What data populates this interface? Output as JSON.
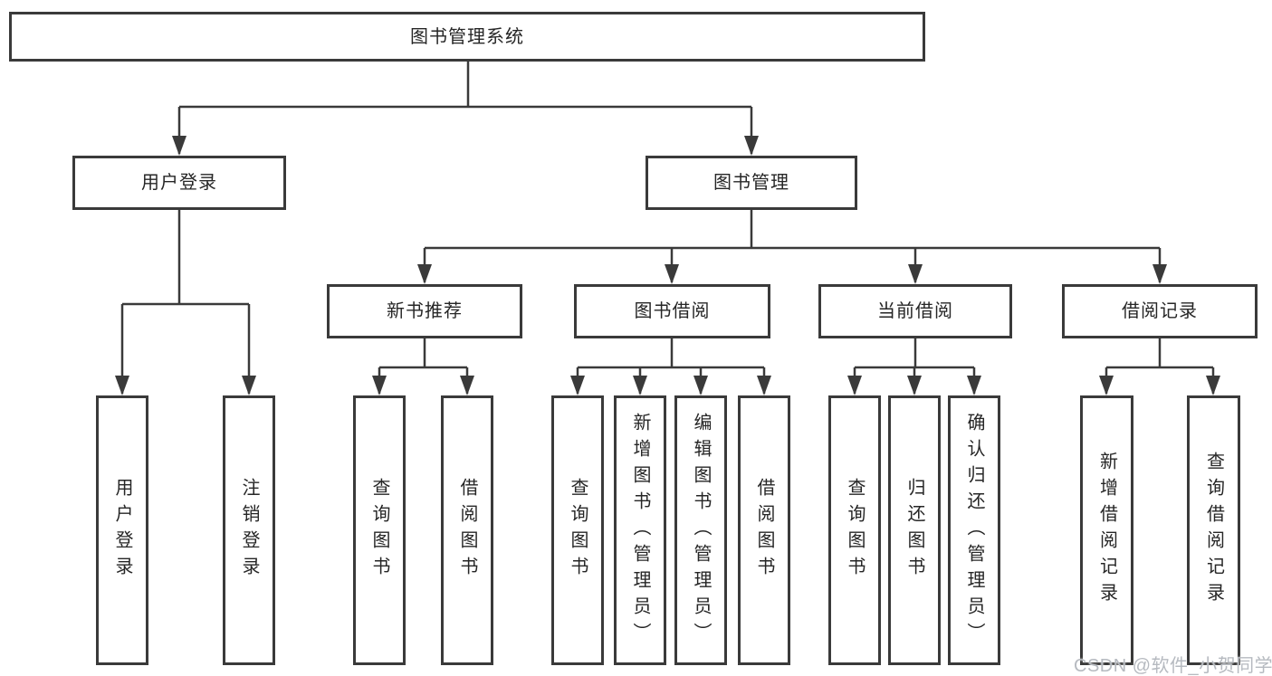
{
  "tree": {
    "label": "图书管理系统",
    "children": [
      {
        "label": "用户登录",
        "children": [
          {
            "label": "用户登录"
          },
          {
            "label": "注销登录"
          }
        ]
      },
      {
        "label": "图书管理",
        "children": [
          {
            "label": "新书推荐",
            "children": [
              {
                "label": "查询图书"
              },
              {
                "label": "借阅图书"
              }
            ]
          },
          {
            "label": "图书借阅",
            "children": [
              {
                "label": "查询图书"
              },
              {
                "label": "新增图书（管理员）"
              },
              {
                "label": "编辑图书（管理员）"
              },
              {
                "label": "借阅图书"
              }
            ]
          },
          {
            "label": "当前借阅",
            "children": [
              {
                "label": "查询图书"
              },
              {
                "label": "归还图书"
              },
              {
                "label": "确认归还（管理员）"
              }
            ]
          },
          {
            "label": "借阅记录",
            "children": [
              {
                "label": "新增借阅记录"
              },
              {
                "label": "查询借阅记录"
              }
            ]
          }
        ]
      }
    ]
  },
  "watermark": {
    "text": "CSDN @软件_小贺同学"
  },
  "colors": {
    "line": "#3a3a3a",
    "box_border": "#3a3a3a",
    "text": "#262626",
    "watermark": "#b6bac0"
  }
}
